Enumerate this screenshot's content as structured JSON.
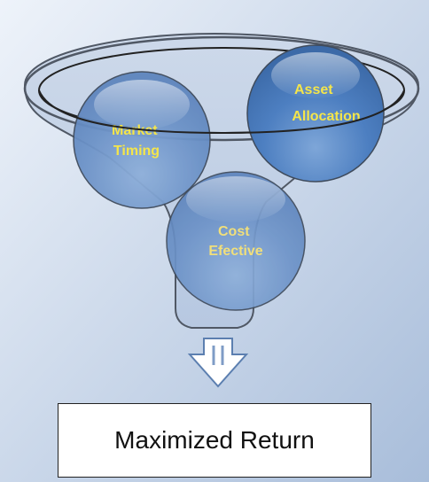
{
  "colors": {
    "background_top": "#e9f0f9",
    "background_bottom": "#a9bedb",
    "funnel_fill": "#c2d1e6",
    "funnel_stroke": "#505865",
    "circle_label_yellow": "#f4e54a",
    "circle_label_pale": "#f1df7a",
    "arrow_fill": "#ffffff",
    "arrow_stroke": "#5c7fb0"
  },
  "inputs": [
    {
      "lines": [
        "Market",
        "Timing"
      ],
      "style": "bright"
    },
    {
      "lines": [
        "Asset",
        "Allocation"
      ],
      "style": "bright"
    },
    {
      "lines": [
        "Cost",
        "Efective"
      ],
      "style": "pale"
    }
  ],
  "output": {
    "label": "Maximized Return"
  },
  "icons": {
    "flow_arrow": "down-arrow-icon"
  }
}
